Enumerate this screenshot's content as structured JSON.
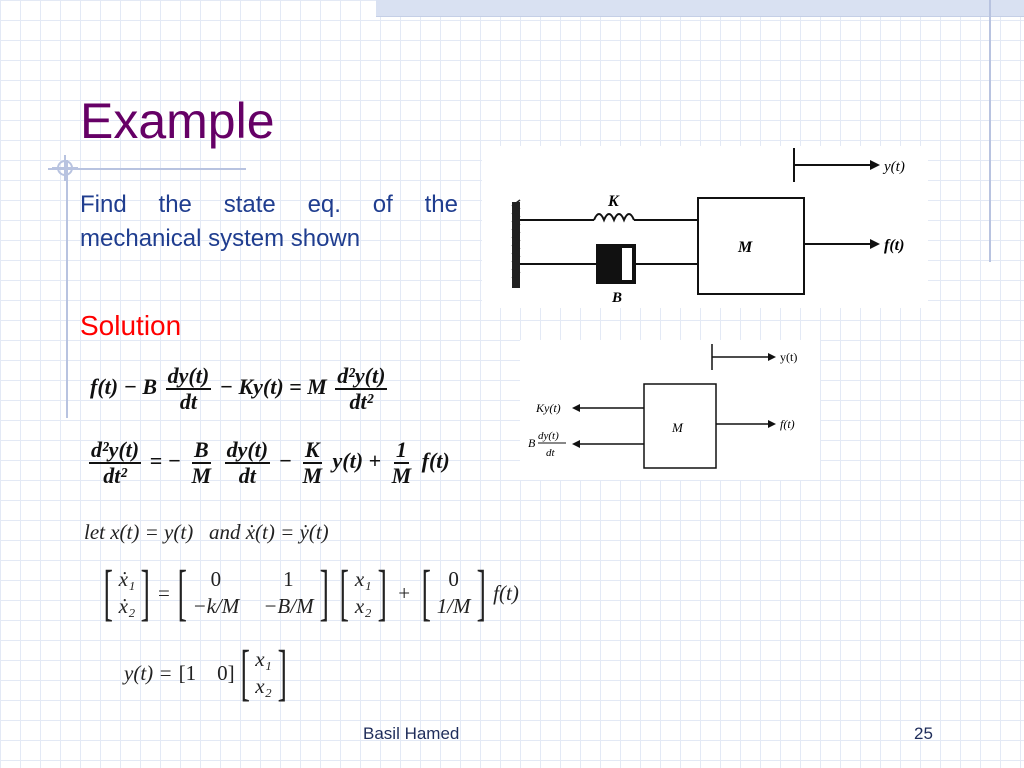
{
  "slide": {
    "title": "Example",
    "problem": "Find the state eq. of the mechanical system shown",
    "solution_label": "Solution",
    "footer_author": "Basil Hamed",
    "page_number": "25"
  },
  "equations": {
    "eq1": {
      "lhs_a": "f(t) − B",
      "num1": "dy(t)",
      "den1": "dt",
      "mid": "− Ky(t) = M",
      "num2": "d²y(t)",
      "den2": "dt²"
    },
    "eq2": {
      "num0": "d²y(t)",
      "den0": "dt²",
      "eq": "= −",
      "num1": "B",
      "den1": "M",
      "num2": "dy(t)",
      "den2": "dt",
      "minus": "−",
      "num3": "K",
      "den3": "M",
      "y": "y(t) +",
      "num4": "1",
      "den4": "M",
      "f": "f(t)"
    },
    "let_line": "let x(t) = y(t)   and ẋ(t) = ẏ(t)",
    "state": {
      "xdot1": "ẋ₁",
      "xdot2": "ẋ₂",
      "eq": "=",
      "a11": "0",
      "a12": "1",
      "a21": "−k/M",
      "a22": "−B/M",
      "x1": "x₁",
      "x2": "x₂",
      "plus": "+",
      "b1": "0",
      "b2": "1/M",
      "f": "f(t)"
    },
    "output": {
      "lhs": "y(t) =",
      "c1": "1",
      "c2": "0",
      "x1": "x₁",
      "x2": "x₂"
    }
  },
  "diagram1": {
    "spring_label": "K",
    "damper_label": "B",
    "mass_label": "M",
    "disp_label": "y(t)",
    "force_label": "f(t)"
  },
  "diagram2": {
    "mass_label": "M",
    "disp_label": "y(t)",
    "force_label": "f(t)",
    "spring_force": "Ky(t)",
    "damper_B": "B",
    "damper_num": "dy(t)",
    "damper_den": "dt"
  },
  "colors": {
    "title": "#660066",
    "body": "#1f3d8f",
    "solution": "#ff0000",
    "grid": "#e3e9f5"
  }
}
